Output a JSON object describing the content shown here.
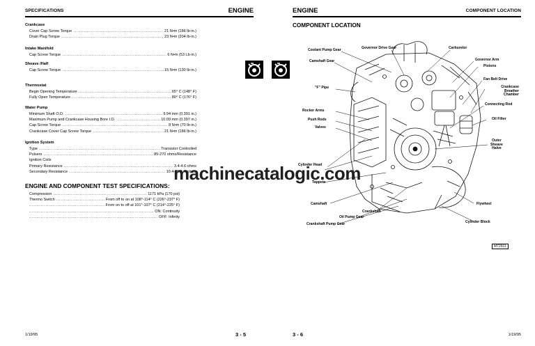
{
  "left_page": {
    "header_section": "SPECIFICATIONS",
    "header_chapter": "ENGINE",
    "groups": [
      {
        "title": "Crankcase",
        "top": 0,
        "rows": [
          {
            "label": "Cover Cap Screw Torque",
            "value": "21 N•m (186 lb-in.)"
          },
          {
            "label": "Drain Plug Torque",
            "value": "23 N•m (204 lb-in.)"
          }
        ]
      },
      {
        "title": "Intake Manifold",
        "rows": [
          {
            "label": "Cap Screw Torque",
            "value": "6 N•m (53 Lb-in.)"
          }
        ]
      },
      {
        "title": "Sheave /Half",
        "rows": [
          {
            "label": "Cap Screw Torque",
            "value": "15 N•m (130 lb-in.)"
          }
        ]
      },
      {
        "title": "Thermostat",
        "rows": [
          {
            "label": "Begin Opening Temperature",
            "value": "65° C (148° F)"
          },
          {
            "label": "Fully Open Temperature",
            "value": "80° C (176° F)"
          }
        ]
      },
      {
        "title": "Water Pump",
        "rows": [
          {
            "label": "Minimum Shaft O.D.",
            "value": "9.94 mm (0.391 in.)"
          },
          {
            "label": "Maximum Pump and Crankcase Housing Bore I.D.",
            "value": "10.09 mm (0.397 in.)"
          },
          {
            "label": "Cap Screw Torque",
            "value": "8 N•m (70 lb-in.)"
          },
          {
            "label": "Crankcase Cover Cap Screw Torque",
            "value": "21 N•m (186 lb-in.)"
          }
        ]
      },
      {
        "title": "Ignition System",
        "rows": [
          {
            "label": "Type",
            "value": "Transistor Controlled"
          },
          {
            "label": "Pulsers",
            "value": "85-270 ohms/Resistance"
          },
          {
            "label": "Ignition Coils",
            "value": ""
          },
          {
            "label": "Primary Resistance",
            "value": "3.4-4.6 ohms"
          },
          {
            "label": "Secondary Resistance",
            "value": "10.4-15.6 K ohms"
          }
        ]
      }
    ],
    "test_title": "ENGINE AND COMPONENT TEST SPECIFICATIONS:",
    "test_rows": [
      {
        "label": "Compression",
        "value": "1171 kPa (170 psi)"
      },
      {
        "label": "Thermo Switch",
        "value": "From off to on at 108°-114° C (226°-237° F)"
      },
      {
        "label": "",
        "value": "From on to off at 101°-107° C (214°-225° F)"
      },
      {
        "label": "",
        "value": "ON: Continuity"
      },
      {
        "label": "",
        "value": "OFF: Infinity"
      }
    ],
    "footer_date": "1/19/95",
    "page_number": "3 - 5"
  },
  "right_page": {
    "header_chapter": "ENGINE",
    "header_section": "COMPONENT LOCATION",
    "figure_title": "COMPONENT LOCATION",
    "callouts": {
      "coolant_pump_gear": "Coolant Pump Gear",
      "governor_drive_gear": "Governor Drive Gear",
      "carburetor": "Carburetor",
      "governor_arm": "Governor Arm",
      "pistons": "Pistons",
      "camshaft_gear": "Camshaft Gear",
      "fan_belt_drive": "Fan Belt Drive",
      "crankcase_breather_chamber_1": "Crankcase",
      "crankcase_breather_chamber_2": "Breather",
      "crankcase_breather_chamber_3": "Chamber",
      "f_pipe": "\"F\" Pipe",
      "connecting_rod": "Connecting Rod",
      "rocker_arms": "Rocker Arms",
      "oil_filter": "Oil Filter",
      "push_rods": "Push Rods",
      "valves": "Valves",
      "outer_sheave_half_1": "Outer",
      "outer_sheave_half_2": "Sheave",
      "outer_sheave_half_3": "Halve",
      "cylinder_head": "Cylinder Head",
      "tappets": "Tappets",
      "camshaft": "Camshaft",
      "flywheel": "Flywheel",
      "crankshaft": "Crankshaft",
      "oil_pump_gear": "Oil Pump Gear",
      "cylinder_block": "Cylinder Block",
      "crankshaft_pump_gear": "Crankshaft Pump Gear"
    },
    "figure_id": "M72911",
    "page_number": "3 - 6",
    "footer_date": "1/19/95"
  },
  "watermark": "machinecatalogic.com"
}
